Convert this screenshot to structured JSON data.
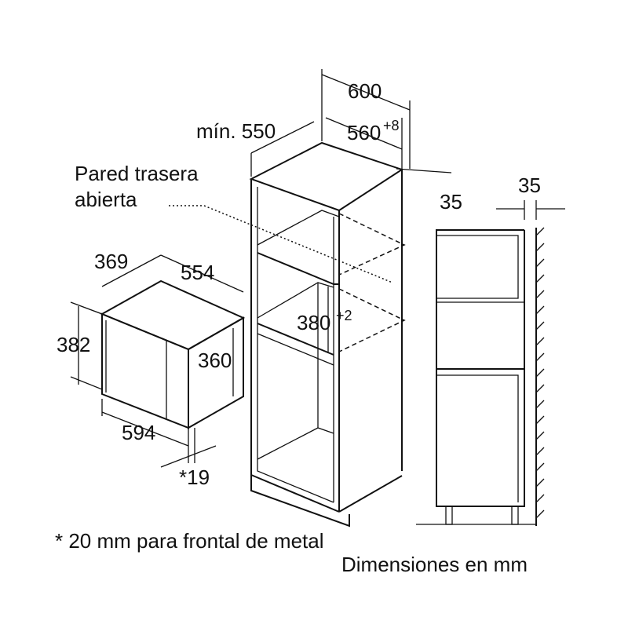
{
  "cabinet": {
    "width_total": "600",
    "depth_min_label": "mín. 550",
    "inner_width": "560",
    "inner_width_tol": "+8",
    "back_gap": "35",
    "niche_height": "380",
    "niche_height_tol": "+2",
    "rear_wall_note_line1": "Pared trasera",
    "rear_wall_note_line2": "abierta"
  },
  "appliance": {
    "depth": "369",
    "inner_width": "554",
    "height": "382",
    "inner_height": "360",
    "width": "594",
    "front_thickness": "*19"
  },
  "side_view": {
    "wall_gap": "35"
  },
  "footnote": "* 20 mm para frontal de metal",
  "units_note": "Dimensiones en mm"
}
